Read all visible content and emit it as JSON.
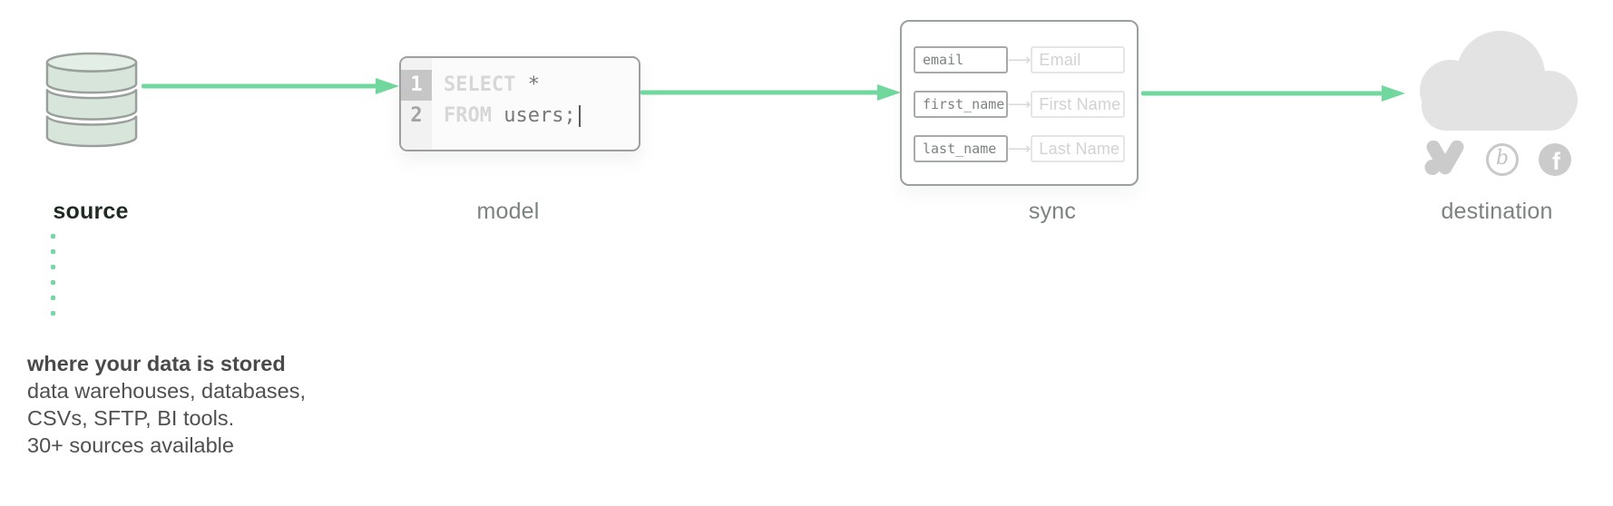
{
  "steps": {
    "source": "source",
    "model": "model",
    "sync": "sync",
    "destination": "destination"
  },
  "model_code": {
    "line1": {
      "num": "1",
      "keyword": "SELECT",
      "code": "*"
    },
    "line2": {
      "num": "2",
      "keyword": "FROM",
      "code": "users;"
    }
  },
  "sync_panel": {
    "arrow_glyph": "⟶",
    "rows": [
      {
        "source": "email",
        "dest": "Email"
      },
      {
        "source": "first_name",
        "dest": "First Name"
      },
      {
        "source": "last_name",
        "dest": "Last Name"
      }
    ]
  },
  "destination_icons": {
    "braze_glyph": "b",
    "facebook_glyph": "f"
  },
  "annotation": {
    "title": "where your data is stored",
    "line1": "data warehouses, databases,",
    "line2": "CSVs, SFTP, BI tools.",
    "line3": "30+ sources available"
  },
  "colors": {
    "accent_green": "#70d89c",
    "database_fill": "#d7e5db",
    "icon_gray": "#cbcbcb",
    "cloud_gray": "#e3e3e3",
    "active_label": "#1f2b22",
    "muted_label": "#7b837f"
  }
}
